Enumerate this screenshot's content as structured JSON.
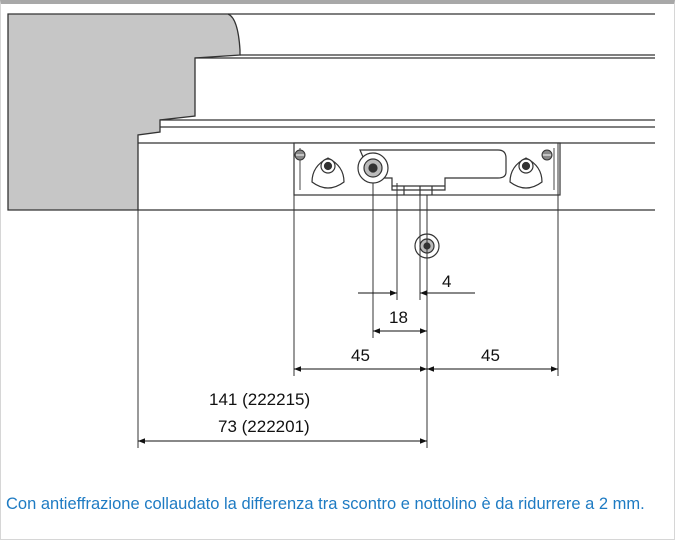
{
  "dimensions": {
    "gap": "4",
    "offset": "18",
    "left_half": "45",
    "right_half": "45",
    "total_line1": "141 (222215)",
    "total_line2": "73 (222201)"
  },
  "caption": "Con antieffrazione collaudato la differenza tra scontro e nottolino è da ridurrere a 2 mm."
}
